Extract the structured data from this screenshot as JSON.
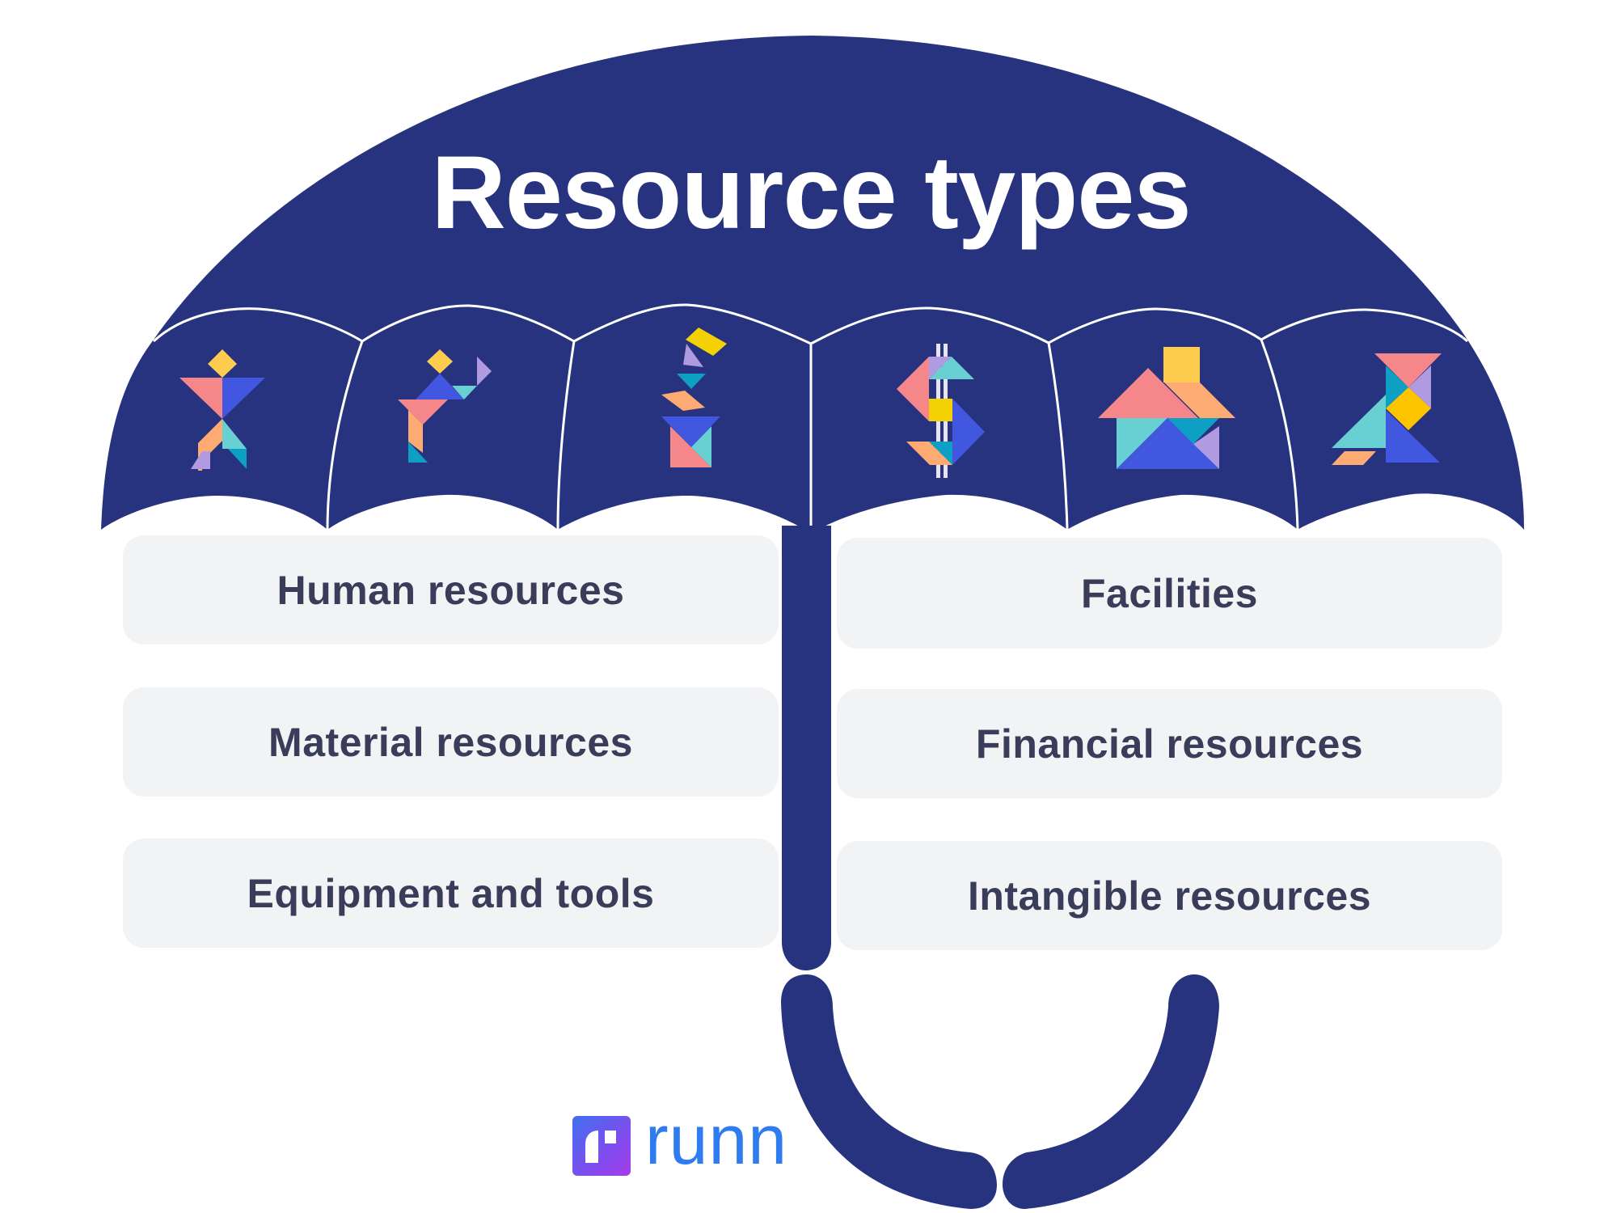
{
  "title": "Resource types",
  "colors": {
    "canopy": "#27337f",
    "box_bg": "#f2f3f5",
    "text": "#393d5a",
    "logo_text": "#2f7bf0",
    "coral": "#f5868a",
    "blue": "#4157e0",
    "yellow": "#fdcc4f",
    "orange": "#fdab72",
    "teal": "#68d0d3",
    "deep_teal": "#0d9fc4",
    "lilac": "#b09be0",
    "gold": "#f4d103"
  },
  "icons": [
    {
      "name": "tangram-person-icon"
    },
    {
      "name": "tangram-waving-person-icon"
    },
    {
      "name": "tangram-box-falling-pieces-icon"
    },
    {
      "name": "tangram-dollar-sign-icon"
    },
    {
      "name": "tangram-house-icon"
    },
    {
      "name": "tangram-bird-icon"
    }
  ],
  "left_items": [
    "Human resources",
    "Material resources",
    "Equipment and tools"
  ],
  "right_items": [
    "Facilities",
    "Financial resources",
    "Intangible resources"
  ],
  "brand": {
    "name": "runn"
  }
}
